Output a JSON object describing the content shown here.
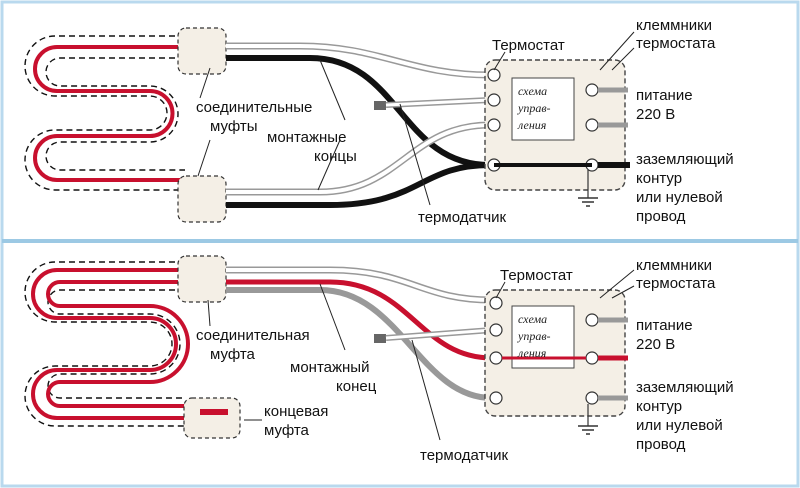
{
  "colors": {
    "heating_cable": "#c8102e",
    "ground_wire": "#111111",
    "divider": "#9cc9e4",
    "border": "#b9d9ee",
    "coupling_fill": "#f4efe6"
  },
  "top_panel": {
    "labels": {
      "thermostat": "Термостат",
      "terminals_1": "клеммники",
      "terminals_2": "термостата",
      "couplings_1": "соединительные",
      "couplings_2": "муфты",
      "leads_1": "монтажные",
      "leads_2": "концы",
      "sensor": "термодатчик",
      "power_1": "питание",
      "power_2": "220 В",
      "ground_1": "заземляющий",
      "ground_2": "контур",
      "ground_3": "или нулевой",
      "ground_4": "провод",
      "scheme_1": "схема",
      "scheme_2": "управ-",
      "scheme_3": "ления"
    }
  },
  "bottom_panel": {
    "labels": {
      "thermostat": "Термостат",
      "terminals_1": "клеммники",
      "terminals_2": "термостата",
      "coupling_1": "соединительная",
      "coupling_2": "муфта",
      "lead_1": "монтажный",
      "lead_2": "конец",
      "end_coupling_1": "концевая",
      "end_coupling_2": "муфта",
      "sensor": "термодатчик",
      "power_1": "питание",
      "power_2": "220 В",
      "ground_1": "заземляющий",
      "ground_2": "контур",
      "ground_3": "или нулевой",
      "ground_4": "провод",
      "scheme_1": "схема",
      "scheme_2": "управ-",
      "scheme_3": "ления"
    }
  }
}
